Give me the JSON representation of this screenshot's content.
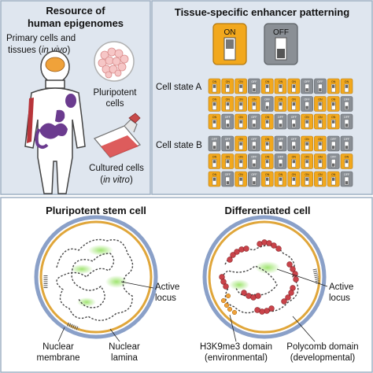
{
  "resource": {
    "title_line1": "Resource of",
    "title_line2": "human epigenomes",
    "primary_line1": "Primary cells and",
    "primary_line2": "tissues (",
    "primary_italic": "in vivo",
    "primary_close": ")",
    "pluripotent_line1": "Pluripotent",
    "pluripotent_line2": "cells",
    "cultured_line1": "Cultured cells",
    "cultured_line2_open": "(",
    "cultured_italic": "in vitro",
    "cultured_line2_close": ")"
  },
  "enhancer": {
    "title": "Tissue-specific enhancer patterning",
    "on_label": "ON",
    "off_label": "OFF",
    "state_a": "Cell state A",
    "state_b": "Cell state B",
    "switch_on_text": "ON",
    "switch_off_text": "OFF",
    "state_a_grid": [
      [
        1,
        1,
        1,
        0,
        1,
        1,
        1,
        0,
        0,
        1,
        1
      ],
      [
        1,
        1,
        1,
        1,
        0,
        1,
        1,
        0,
        1,
        1,
        0
      ],
      [
        1,
        0,
        1,
        0,
        1,
        0,
        0,
        1,
        1,
        1,
        0
      ]
    ],
    "state_b_grid": [
      [
        0,
        0,
        1,
        0,
        1,
        0,
        0,
        1,
        1,
        0,
        0
      ],
      [
        1,
        1,
        1,
        0,
        1,
        0,
        1,
        1,
        1,
        0,
        1
      ],
      [
        1,
        0,
        1,
        0,
        1,
        1,
        1,
        1,
        1,
        1,
        0
      ]
    ]
  },
  "cells": {
    "pluripotent_title": "Pluripotent stem cell",
    "differentiated_title": "Differentiated cell",
    "active_locus_line1": "Active",
    "active_locus_line2": "locus",
    "nuclear_membrane_line1": "Nuclear",
    "nuclear_membrane_line2": "membrane",
    "nuclear_lamina_line1": "Nuclear",
    "nuclear_lamina_line2": "lamina",
    "h3k9_line1": "H3K9me3 domain",
    "h3k9_line2": "(environmental)",
    "polycomb_line1": "Polycomb domain",
    "polycomb_line2": "(developmental)"
  },
  "colors": {
    "panel_bg": "#dfe6ef",
    "panel_border": "#9fb0c4",
    "switch_on": "#f2a81d",
    "switch_off": "#8a8f95",
    "membrane": "#8aa0c8",
    "lamina": "#e0a63a",
    "polycomb": "#c9434a",
    "h3k9": "#f0a23a",
    "active_glow": "#8fdc5a",
    "body_outline": "#444444",
    "organs": "#6b3b8f",
    "brain": "#f0a23a",
    "muscle": "#b8353a"
  }
}
